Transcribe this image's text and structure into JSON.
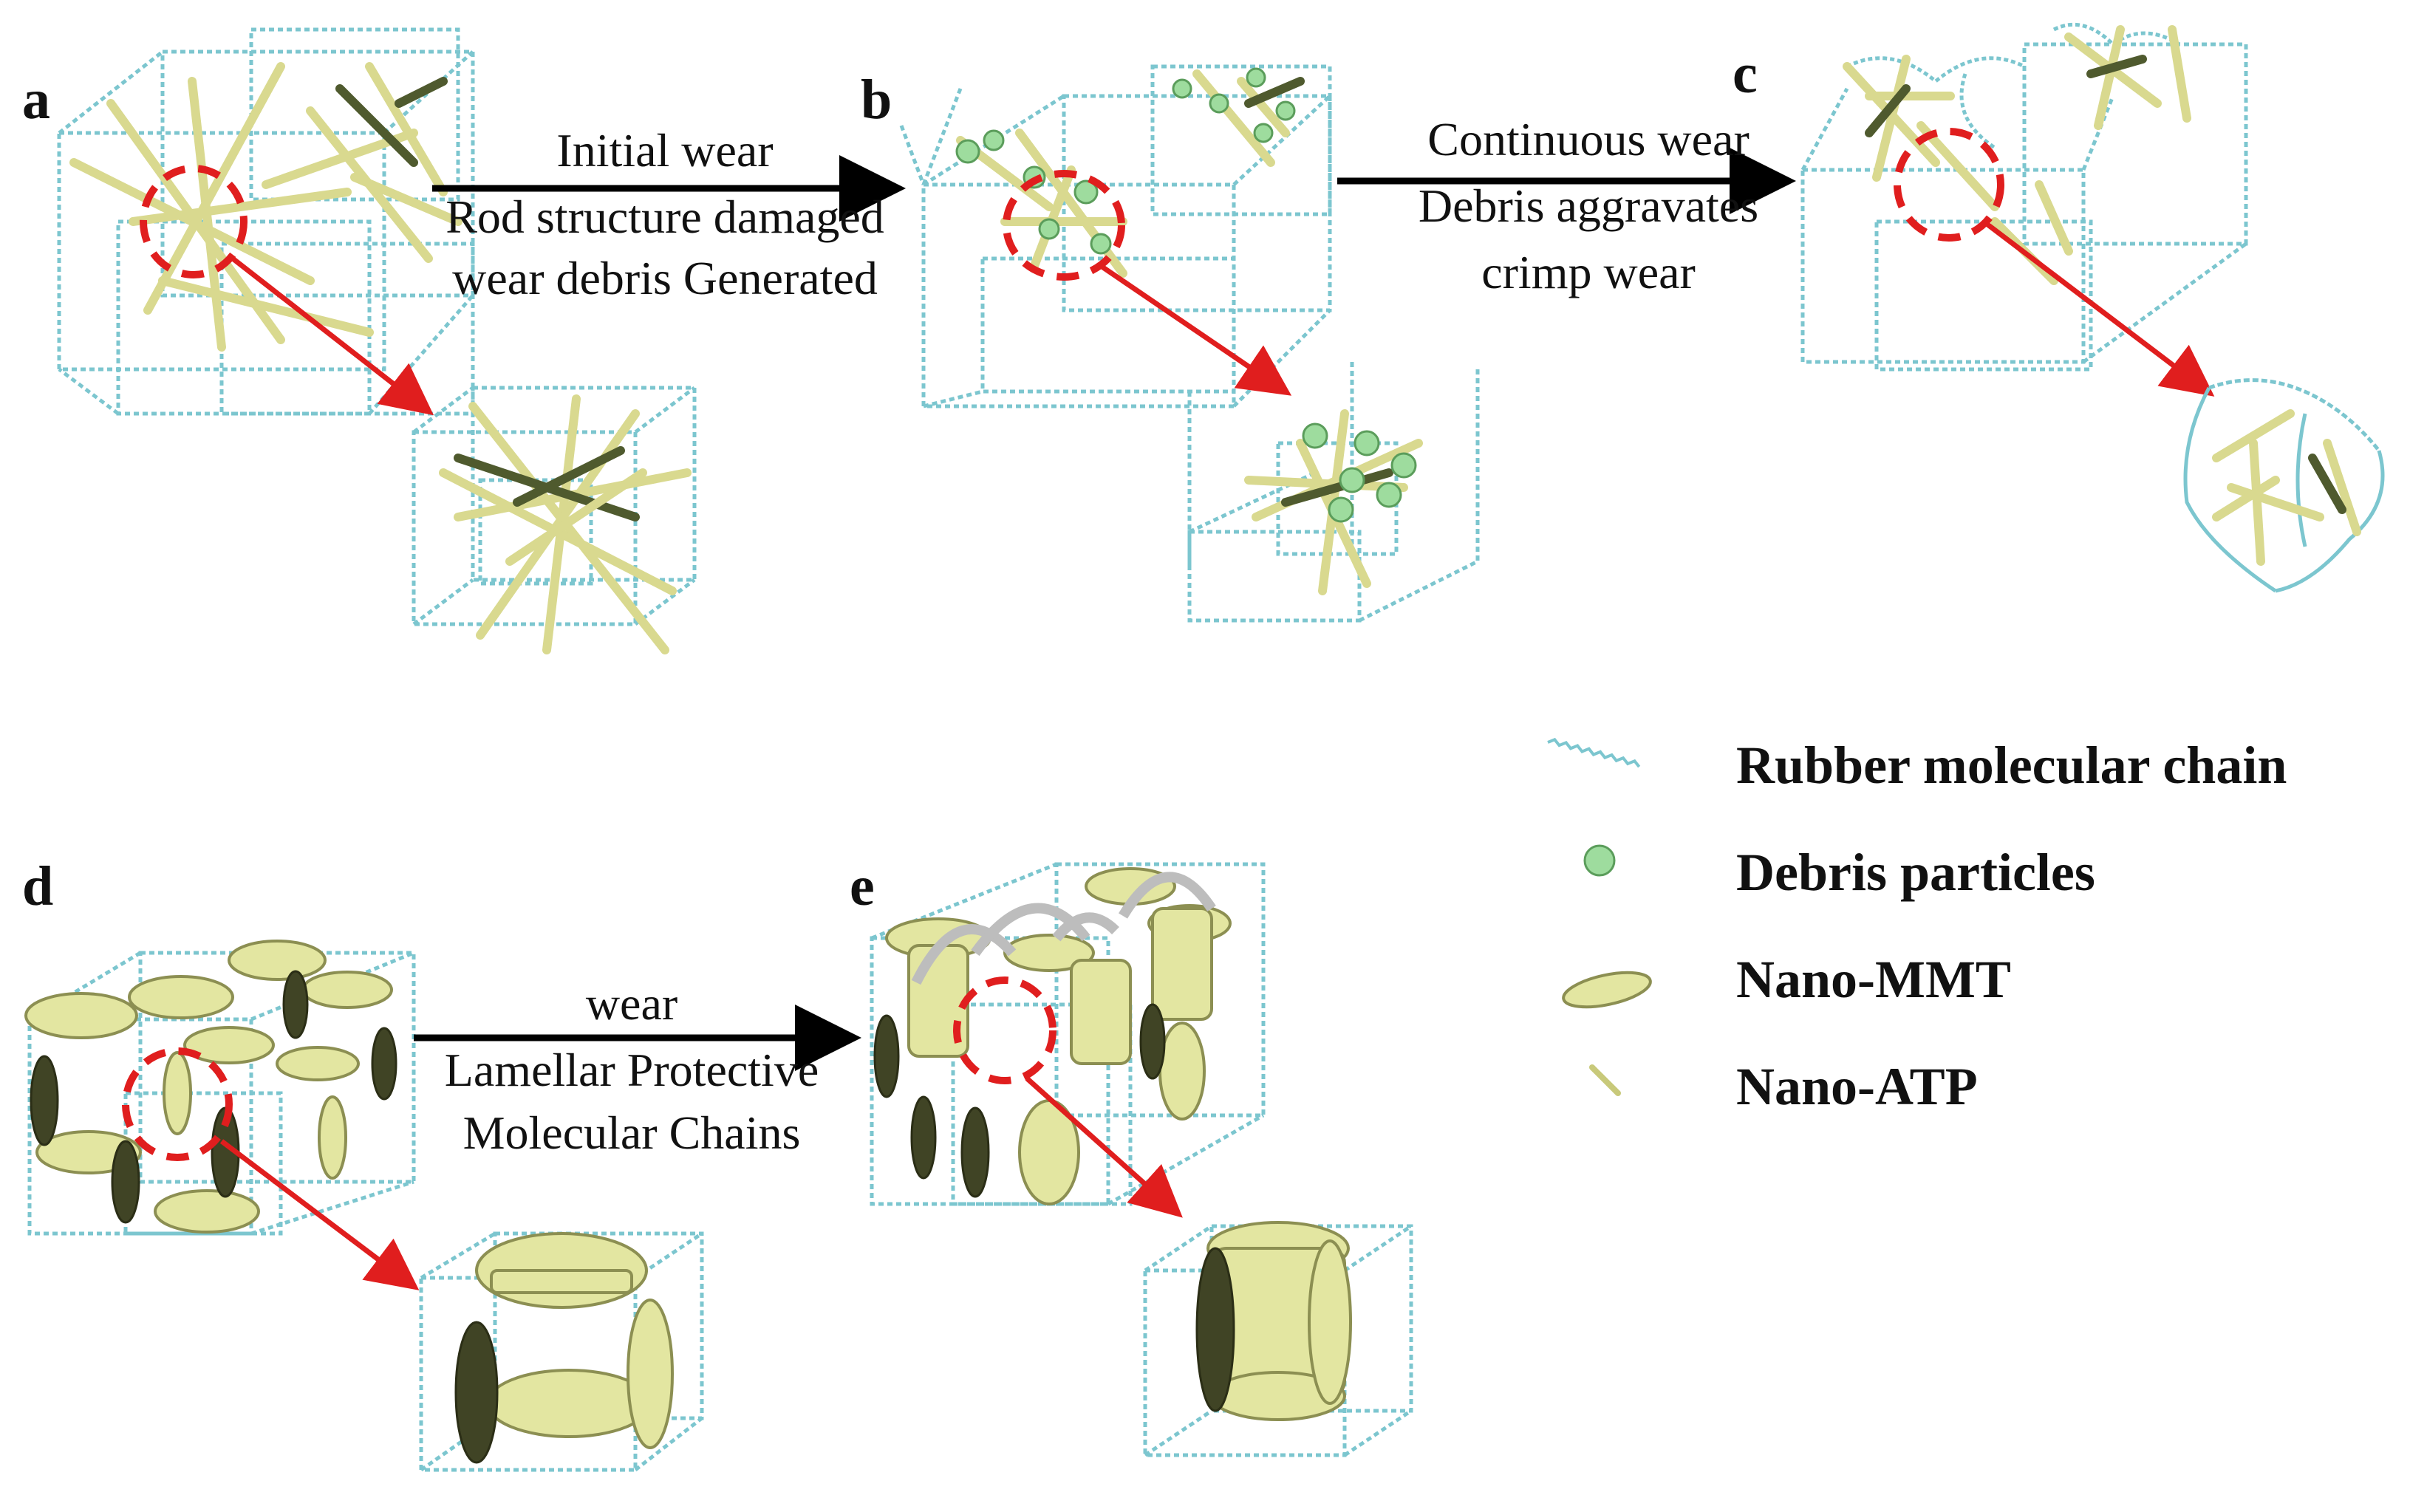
{
  "panels": {
    "a": "a",
    "b": "b",
    "c": "c",
    "d": "d",
    "e": "e"
  },
  "transitions": {
    "ab": [
      "Initial wear",
      "Rod structure damaged",
      "wear debris Generated"
    ],
    "bc": [
      "Continuous wear",
      "Debris aggravates",
      "crimp wear"
    ],
    "de": [
      "wear",
      "Lamellar Protective",
      "Molecular Chains"
    ]
  },
  "legend": [
    {
      "icon": "rubber-chain-icon",
      "label": "Rubber molecular chain"
    },
    {
      "icon": "debris-particle-icon",
      "label": "Debris particles"
    },
    {
      "icon": "nano-mmt-icon",
      "label": "Nano-MMT"
    },
    {
      "icon": "nano-atp-icon",
      "label": "Nano-ATP"
    }
  ],
  "colors": {
    "chain": "#7cc6cf",
    "rod": "#d9d98f",
    "debris": "#9edc9e",
    "mmt": "#e3e6a1",
    "highlight": "#e01e1e",
    "arrow": "#000000"
  }
}
